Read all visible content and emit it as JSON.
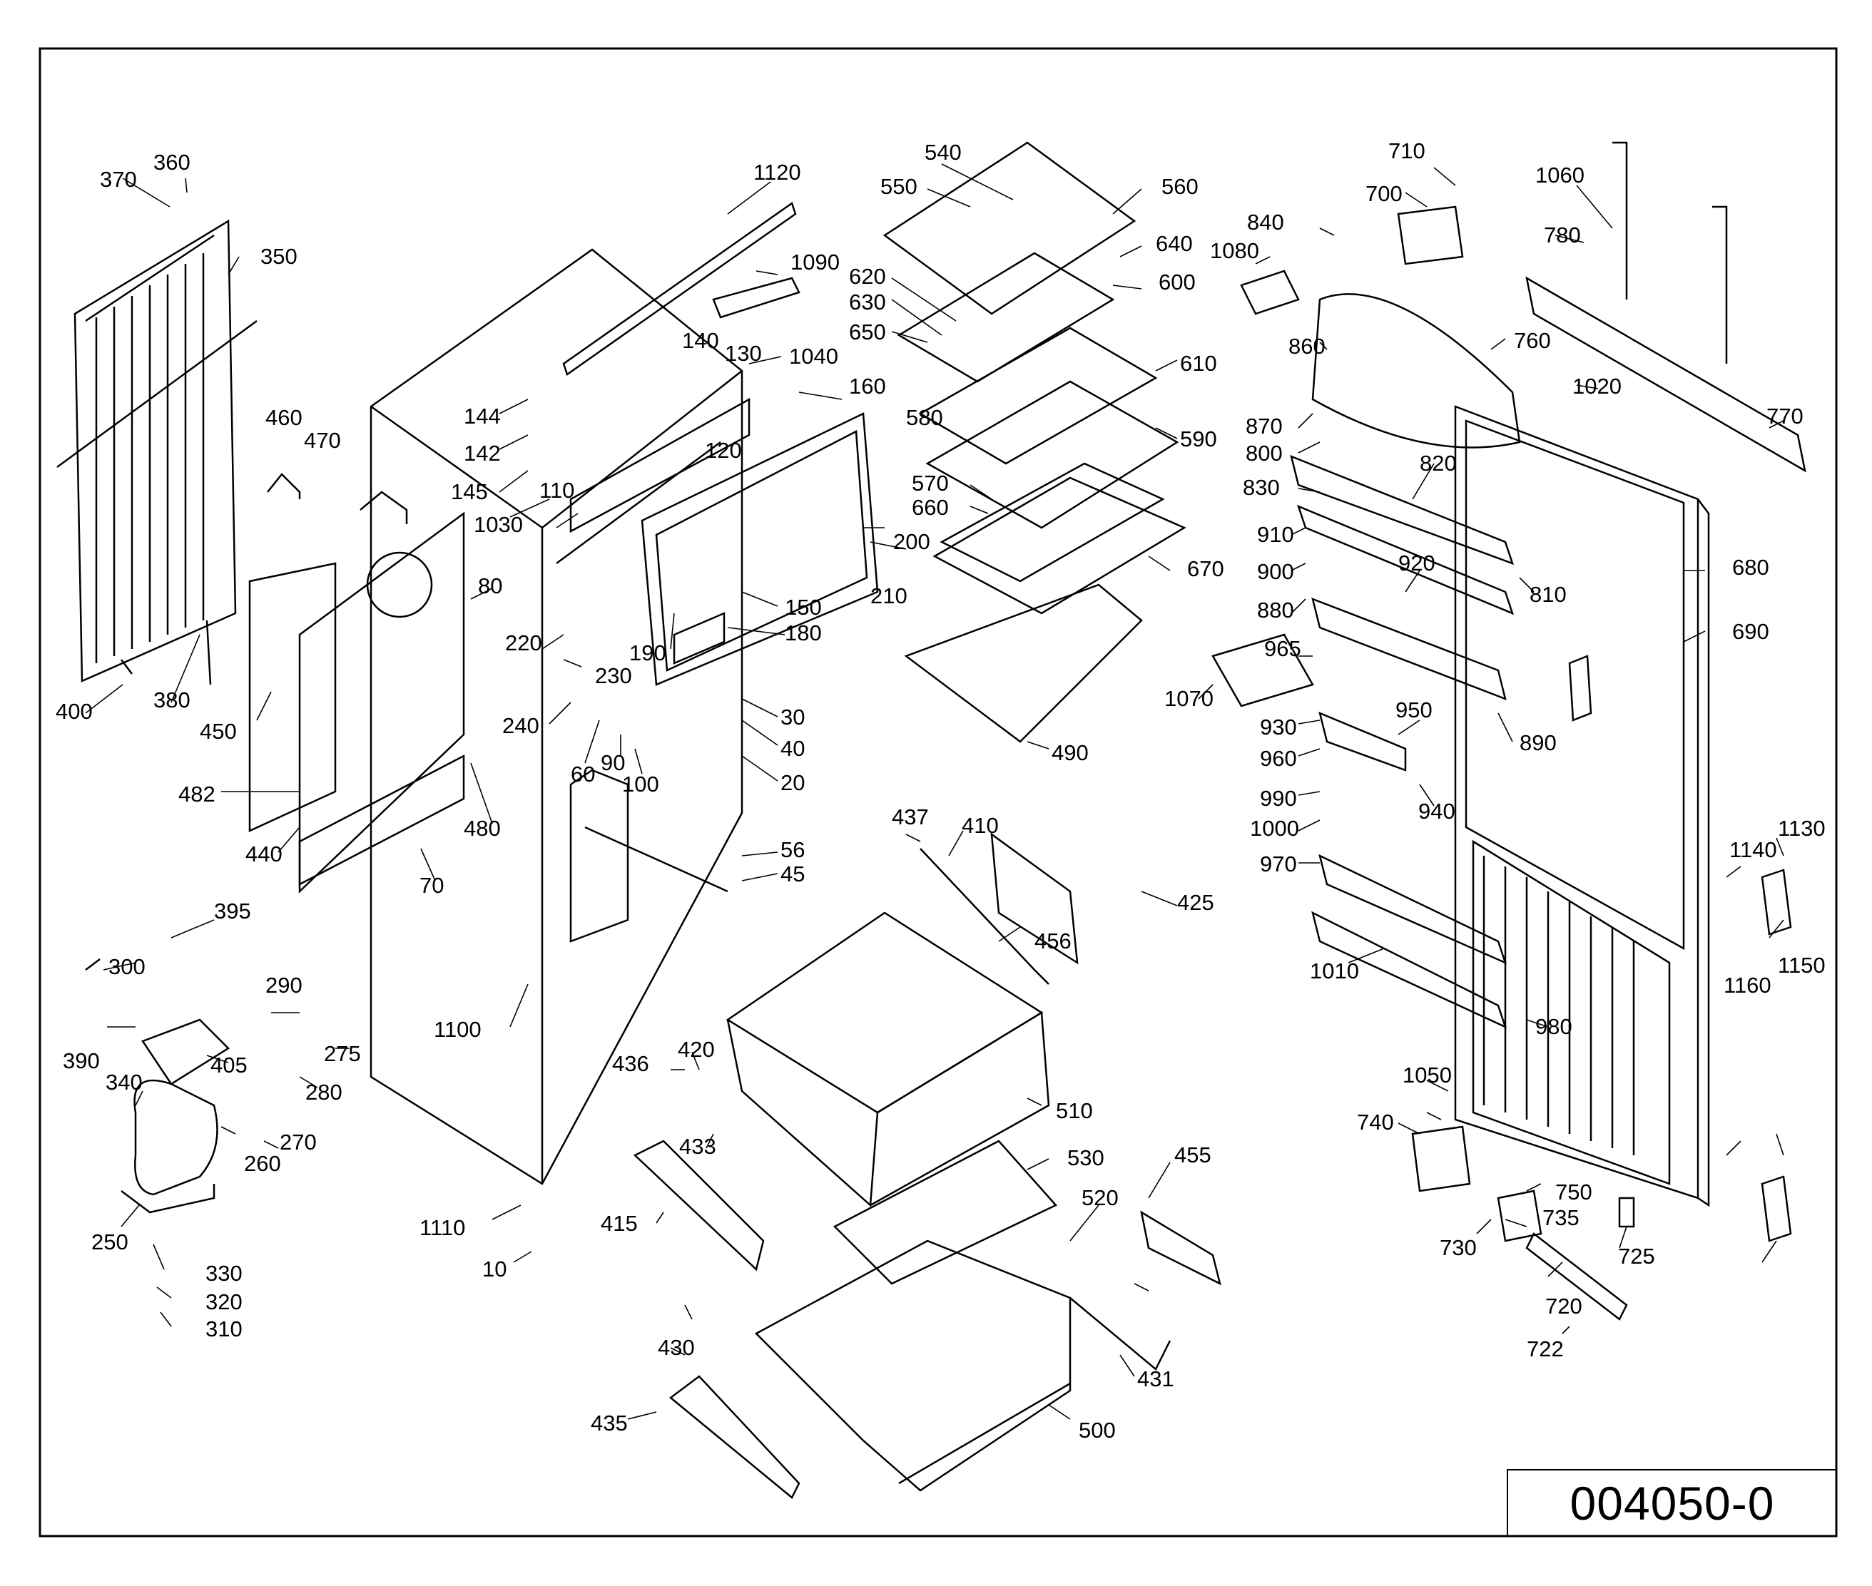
{
  "drawing": {
    "id_number": "004050-0",
    "callouts": [
      "370",
      "360",
      "350",
      "400",
      "380",
      "460",
      "470",
      "450",
      "482",
      "440",
      "80",
      "480",
      "70",
      "395",
      "300",
      "390",
      "405",
      "290",
      "275",
      "280",
      "340",
      "260",
      "270",
      "250",
      "330",
      "320",
      "310",
      "1110",
      "10",
      "1100",
      "144",
      "142",
      "145",
      "110",
      "1030",
      "140",
      "130",
      "120",
      "1120",
      "1090",
      "1040",
      "160",
      "150",
      "180",
      "190",
      "220",
      "230",
      "240",
      "60",
      "90",
      "100",
      "30",
      "40",
      "20",
      "56",
      "45",
      "200",
      "210",
      "540",
      "550",
      "560",
      "620",
      "630",
      "650",
      "640",
      "600",
      "610",
      "590",
      "580",
      "570",
      "660",
      "670",
      "490",
      "1070",
      "437",
      "410",
      "456",
      "425",
      "436",
      "420",
      "433",
      "415",
      "510",
      "530",
      "520",
      "455",
      "431",
      "430",
      "435",
      "500",
      "710",
      "700",
      "1060",
      "780",
      "840",
      "1080",
      "760",
      "860",
      "1020",
      "770",
      "870",
      "800",
      "830",
      "820",
      "910",
      "900",
      "880",
      "810",
      "920",
      "890",
      "965",
      "930",
      "960",
      "950",
      "940",
      "990",
      "1000",
      "970",
      "1010",
      "980",
      "680",
      "690",
      "1140",
      "1130",
      "1160",
      "1150",
      "1050",
      "740",
      "750",
      "735",
      "730",
      "725",
      "720",
      "722"
    ]
  }
}
